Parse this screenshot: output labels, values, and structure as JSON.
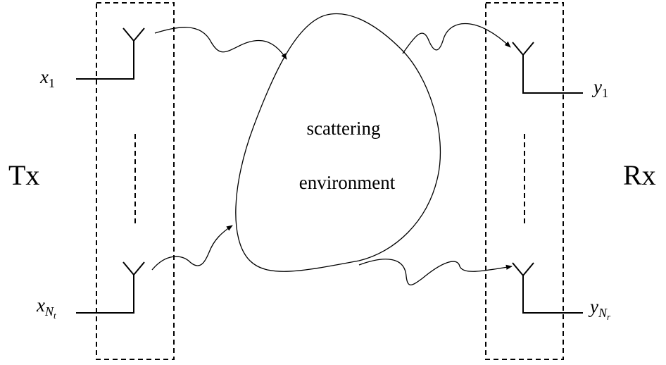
{
  "tx_label": "Tx",
  "rx_label": "Rx",
  "scatter_line1": "scattering",
  "scatter_line2": "environment",
  "inputs": [
    {
      "base": "x",
      "sub": "1",
      "subsub": ""
    },
    {
      "base": "x",
      "sub": "N",
      "subsub": "t"
    }
  ],
  "outputs": [
    {
      "base": "y",
      "sub": "1",
      "subsub": ""
    },
    {
      "base": "y",
      "sub": "N",
      "subsub": "r"
    }
  ]
}
